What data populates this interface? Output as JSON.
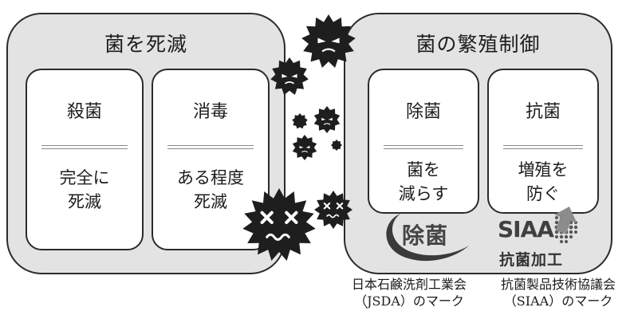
{
  "left_group": {
    "title": "菌を死滅",
    "cards": [
      {
        "title": "殺菌",
        "body": "完全に\n死滅"
      },
      {
        "title": "消毒",
        "body": "ある程度\n死滅"
      }
    ]
  },
  "right_group": {
    "title": "菌の繁殖制御",
    "cards": [
      {
        "title": "除菌",
        "body": "菌を\n減らす"
      },
      {
        "title": "抗菌",
        "body": "増殖を\n防ぐ"
      }
    ]
  },
  "marks": {
    "jsda": {
      "logo_text": "除菌",
      "caption": "日本石鹸洗剤工業会\n（JSDA）のマーク"
    },
    "siaa": {
      "logo_text": "SIAA",
      "logo_subtext": "抗菌加工",
      "caption": "抗菌製品技術協議会\n（SIAA）のマーク"
    }
  },
  "colors": {
    "group_fill": "#e3e3e3",
    "outline": "#2b2b2b",
    "germ": "#1e1e1e"
  },
  "icons": [
    "angry-germ-icon",
    "dead-germ-icon",
    "small-germ-icon",
    "pointer-arrow-icon"
  ]
}
